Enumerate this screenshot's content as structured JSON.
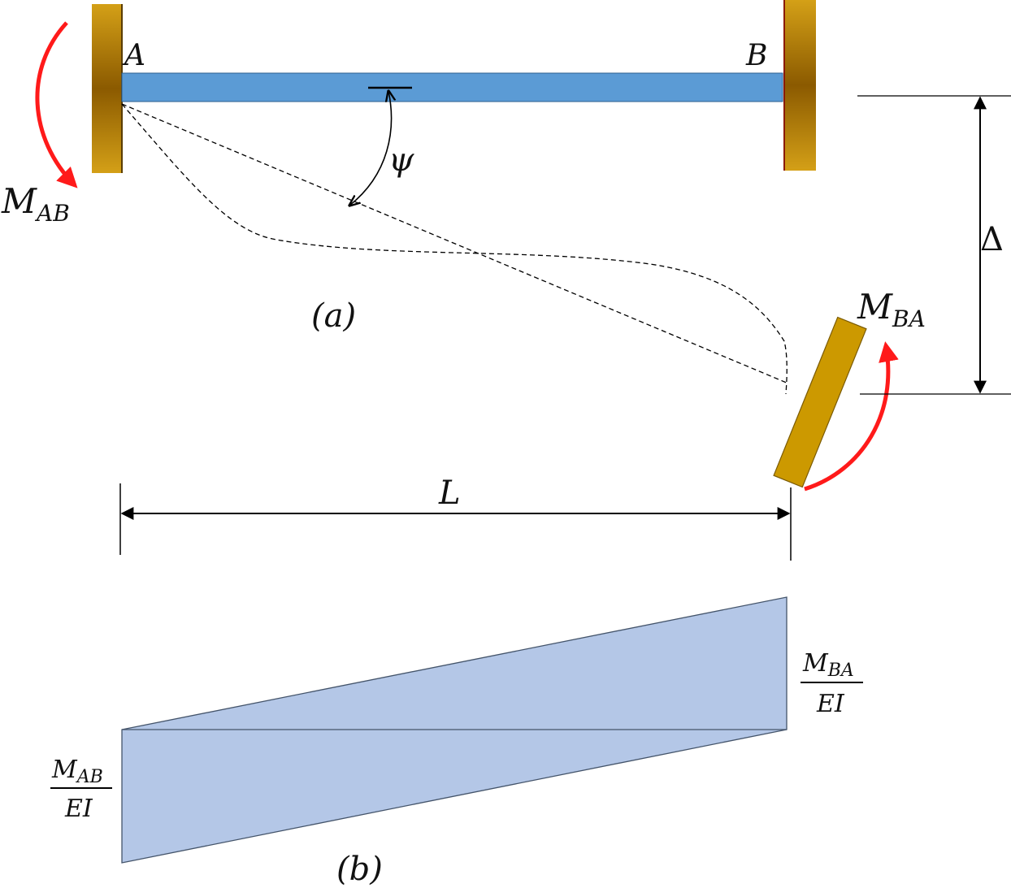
{
  "labels": {
    "node_a": "A",
    "node_b": "B",
    "moment_ab_main": "M",
    "moment_ab_sub": "AB",
    "moment_ba_main": "M",
    "moment_ba_sub": "BA",
    "psi": "ψ",
    "delta": "Δ",
    "length": "L",
    "part_a": "(a)",
    "part_b": "(b)",
    "frac_ab_num_main": "M",
    "frac_ab_num_sub": "AB",
    "frac_ab_den": "EI",
    "frac_ba_num_main": "M",
    "frac_ba_num_sub": "BA",
    "frac_ba_den": "EI"
  },
  "colors": {
    "beam": "#5b9bd5",
    "support": "#d4a017",
    "support_dark": "#8b5a00",
    "moment_arrow": "#ff1a1a",
    "moment_diagram": "#b4c7e7",
    "line": "#000000"
  }
}
